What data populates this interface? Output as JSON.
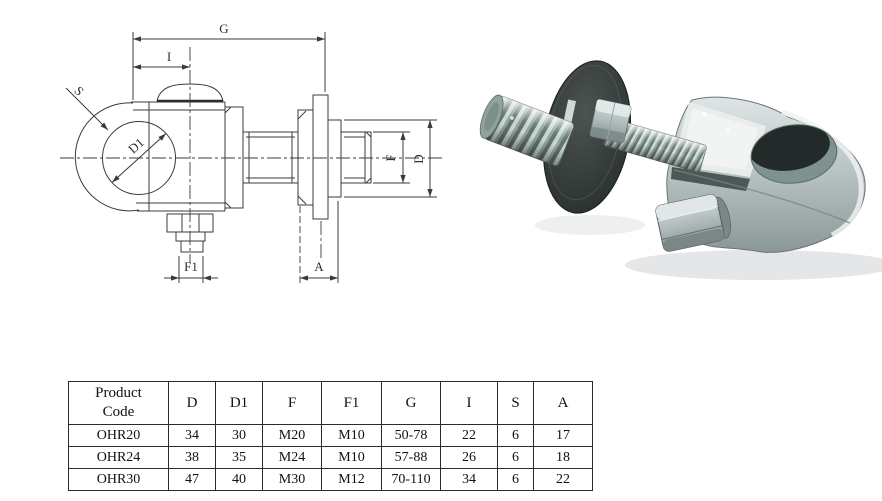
{
  "drawing": {
    "labels": {
      "g": "G",
      "i": "I",
      "s": "S",
      "d1": "D1",
      "f": "F",
      "d": "D",
      "f1": "F1",
      "a": "A"
    }
  },
  "table": {
    "columns": [
      "Product\nCode",
      "D",
      "D1",
      "F",
      "F1",
      "G",
      "I",
      "S",
      "A"
    ],
    "rows": [
      [
        "OHR20",
        "34",
        "30",
        "M20",
        "M10",
        "50-78",
        "22",
        "6",
        "17"
      ],
      [
        "OHR24",
        "38",
        "35",
        "M24",
        "M10",
        "57-88",
        "26",
        "6",
        "18"
      ],
      [
        "OHR30",
        "47",
        "40",
        "M30",
        "M12",
        "70-110",
        "34",
        "6",
        "22"
      ]
    ]
  }
}
